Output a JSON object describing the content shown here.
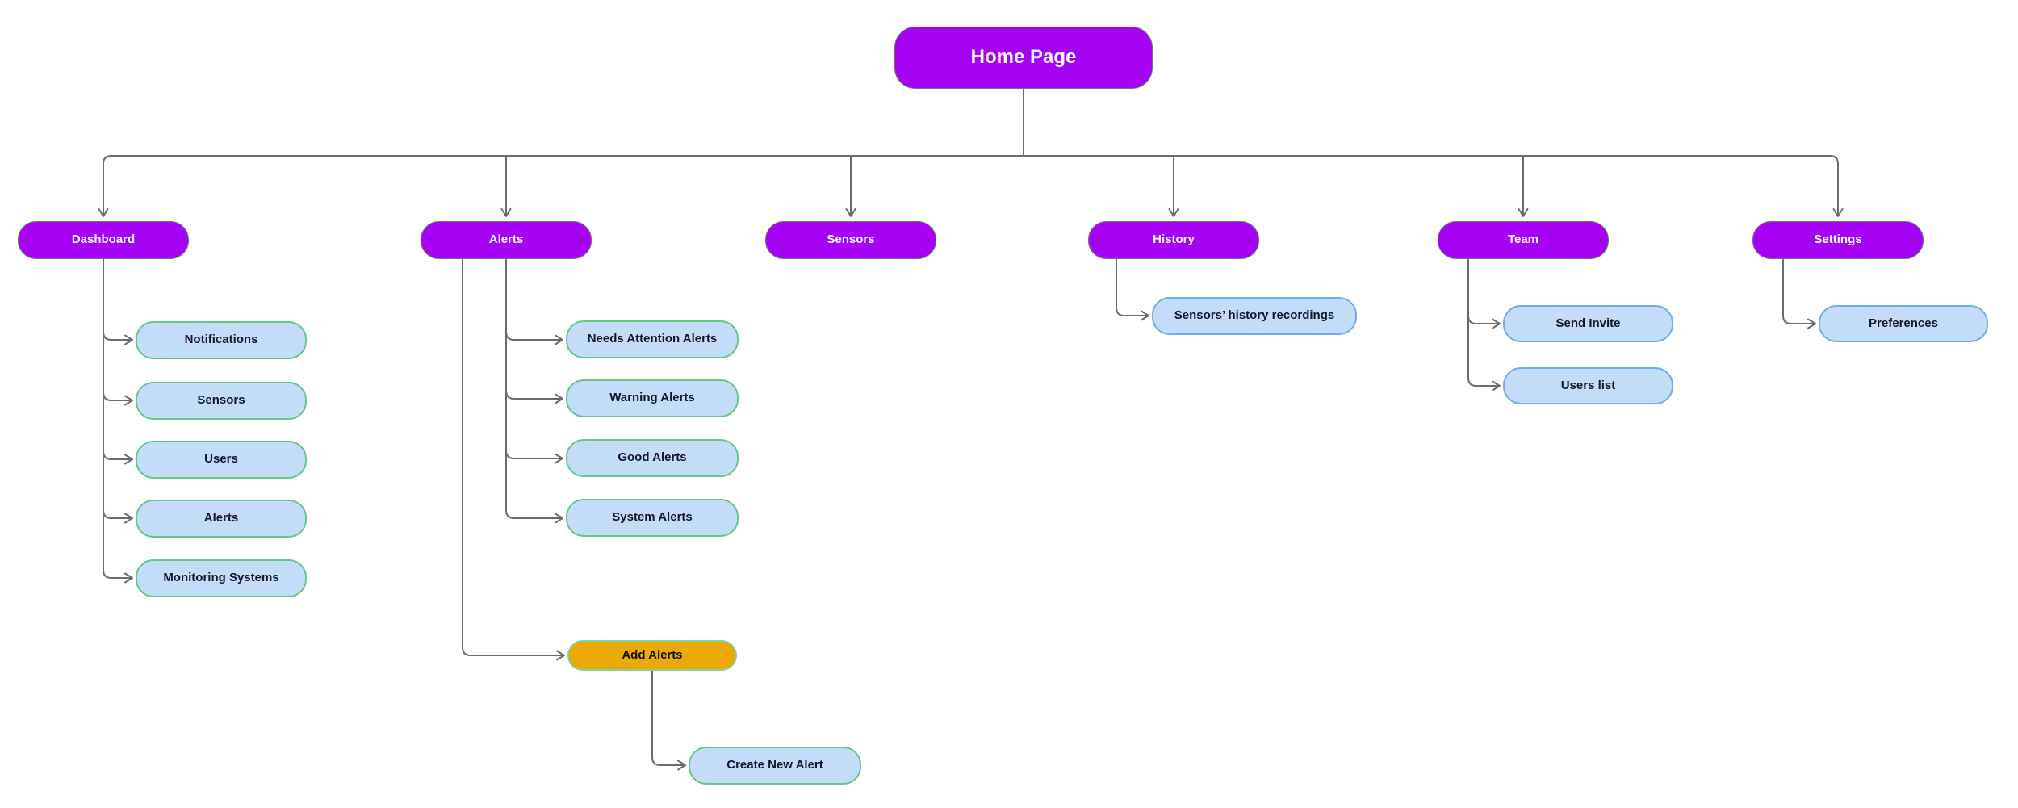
{
  "diagram": {
    "type": "sitemap-flowchart",
    "colors": {
      "section_fill": "#a603f5",
      "section_text": "#ffffff",
      "child_fill": "#c3ddf8",
      "child_border_green": "#66c687",
      "child_border_blue": "#72abe8",
      "child_text": "#15152a",
      "action_fill": "#eba908",
      "connector": "#6b6b6b",
      "background": "#ffffff"
    },
    "nodes": {
      "home": {
        "label": "Home Page"
      },
      "dashboard": {
        "label": "Dashboard"
      },
      "alerts": {
        "label": "Alerts"
      },
      "sensors": {
        "label": "Sensors"
      },
      "history": {
        "label": "History"
      },
      "team": {
        "label": "Team"
      },
      "settings": {
        "label": "Settings"
      },
      "dash_notifications": {
        "label": "Notifications"
      },
      "dash_sensors": {
        "label": "Sensors"
      },
      "dash_users": {
        "label": "Users"
      },
      "dash_alerts": {
        "label": "Alerts"
      },
      "dash_monitoring": {
        "label": "Monitoring Systems"
      },
      "alerts_needs_attention": {
        "label": "Needs Attention Alerts"
      },
      "alerts_warning": {
        "label": "Warning Alerts"
      },
      "alerts_good": {
        "label": "Good Alerts"
      },
      "alerts_system": {
        "label": "System Alerts"
      },
      "alerts_add": {
        "label": "Add Alerts"
      },
      "alerts_create_new": {
        "label": "Create New Alert"
      },
      "history_recordings": {
        "label": "Sensors’ history recordings"
      },
      "team_send_invite": {
        "label": "Send Invite"
      },
      "team_users_list": {
        "label": "Users list"
      },
      "settings_preferences": {
        "label": "Preferences"
      }
    },
    "edges": [
      [
        "Home Page",
        "Dashboard"
      ],
      [
        "Home Page",
        "Alerts"
      ],
      [
        "Home Page",
        "Sensors"
      ],
      [
        "Home Page",
        "History"
      ],
      [
        "Home Page",
        "Team"
      ],
      [
        "Home Page",
        "Settings"
      ],
      [
        "Dashboard",
        "Notifications"
      ],
      [
        "Dashboard",
        "Sensors"
      ],
      [
        "Dashboard",
        "Users"
      ],
      [
        "Dashboard",
        "Alerts"
      ],
      [
        "Dashboard",
        "Monitoring Systems"
      ],
      [
        "Alerts",
        "Needs Attention Alerts"
      ],
      [
        "Alerts",
        "Warning Alerts"
      ],
      [
        "Alerts",
        "Good Alerts"
      ],
      [
        "Alerts",
        "System Alerts"
      ],
      [
        "Alerts",
        "Add Alerts"
      ],
      [
        "Add Alerts",
        "Create New Alert"
      ],
      [
        "History",
        "Sensors’ history recordings"
      ],
      [
        "Team",
        "Send Invite"
      ],
      [
        "Team",
        "Users list"
      ],
      [
        "Settings",
        "Preferences"
      ]
    ]
  }
}
